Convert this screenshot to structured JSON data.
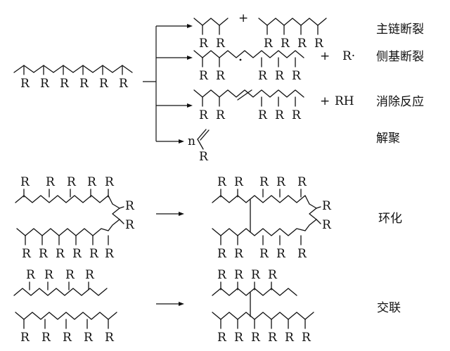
{
  "colors": {
    "ink": "#111111",
    "background": "#ffffff"
  },
  "substituent": "R",
  "operators": {
    "plus": "+",
    "side_radical": "R·",
    "elimination_product": "RH",
    "monomer_count": "n"
  },
  "reactions": {
    "main_chain_scission": "主链断裂",
    "side_group_scission": "侧基断裂",
    "elimination": "消除反应",
    "depolymerization": "解聚",
    "cyclization": "环化",
    "crosslinking": "交联"
  }
}
